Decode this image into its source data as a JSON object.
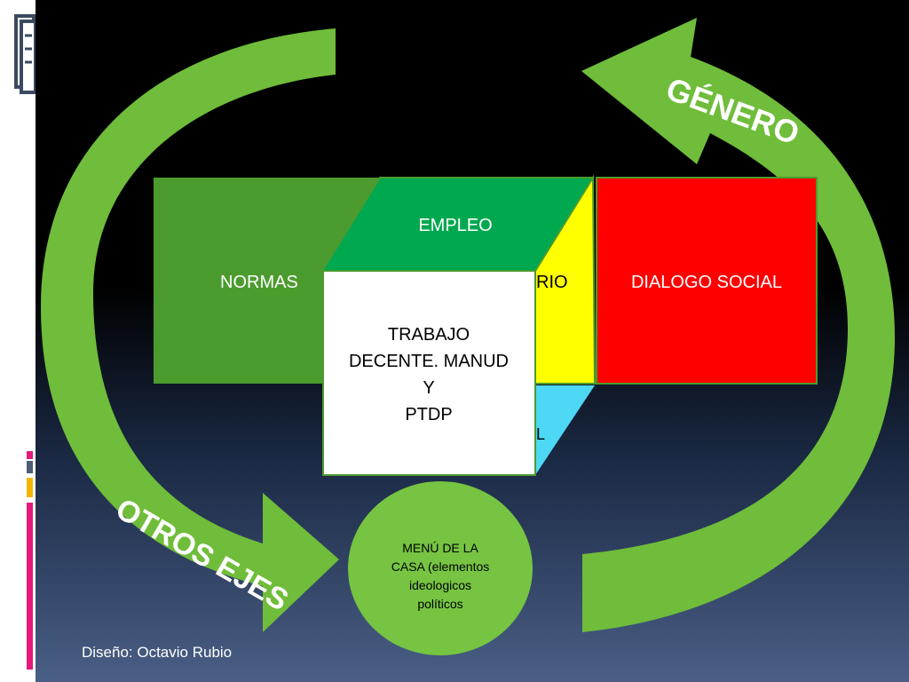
{
  "labels": {
    "genero": "GÉNERO",
    "otros_ejes": "OTROS EJES",
    "normas": "NORMAS",
    "empleo": "EMPLEO",
    "tripartito_fragment": "RIO",
    "social_fragment": "L",
    "dialogo_social": "DIALOGO SOCIAL",
    "trabajo_line1": "TRABAJO",
    "trabajo_line2": "DECENTE. MANUD",
    "trabajo_line3": "Y",
    "trabajo_line4": "PTDP",
    "menu_line1": "MENÚ DE LA",
    "menu_line2": "CASA (elementos",
    "menu_line3": "ideologicos",
    "menu_line4": "políticos"
  },
  "footer": {
    "credit": "Diseño: Octavio Rubio"
  },
  "colors": {
    "arrow_green": "#6fbd3a",
    "normas_green": "#4c9b2f",
    "empleo_green": "#00a850",
    "yellow": "#ffff00",
    "red": "#ff0000",
    "cyan": "#4dd8f5",
    "circle_green": "#76c442",
    "accent_pink": "#e5187c",
    "accent_gold": "#f5b400",
    "accent_slate": "#4d5d76"
  }
}
